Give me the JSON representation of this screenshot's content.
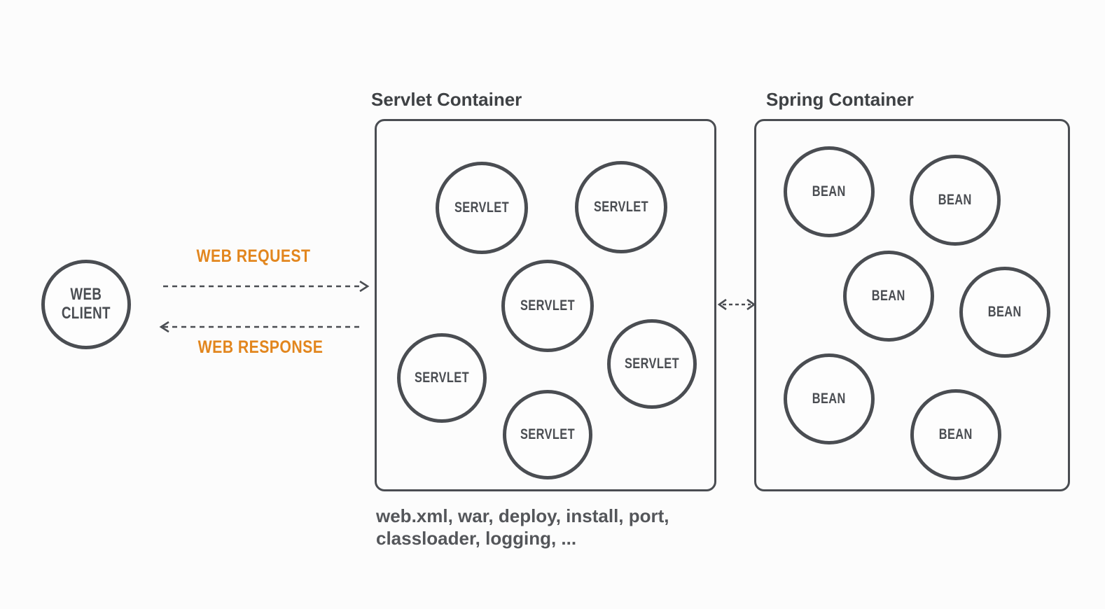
{
  "client": {
    "line1": "WEB",
    "line2": "CLIENT"
  },
  "flows": {
    "request_label": "WEB REQUEST",
    "response_label": "WEB RESPONSE"
  },
  "servlet_container": {
    "title": "Servlet Container",
    "nodes": [
      "SERVLET",
      "SERVLET",
      "SERVLET",
      "SERVLET",
      "SERVLET",
      "SERVLET"
    ]
  },
  "spring_container": {
    "title": "Spring Container",
    "nodes": [
      "BEAN",
      "BEAN",
      "BEAN",
      "BEAN",
      "BEAN",
      "BEAN"
    ]
  },
  "caption": {
    "line1": "web.xml, war, deploy, install, port,",
    "line2": "classloader, logging, ..."
  },
  "colors": {
    "line_gray": "#4A4D52",
    "title_gray": "#3E4144",
    "caption_gray": "#54565A",
    "accent_orange": "#E2861E",
    "background": "#FCFCFC"
  }
}
